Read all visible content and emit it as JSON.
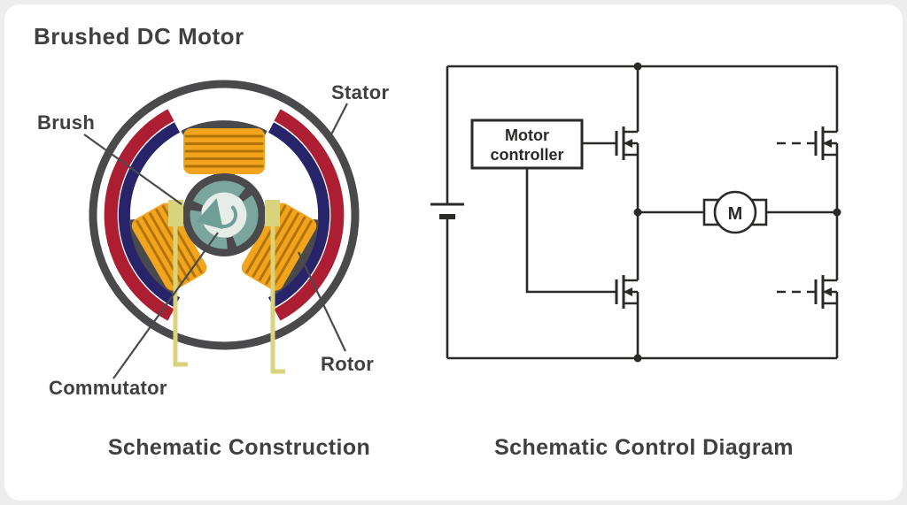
{
  "title": "Brushed DC Motor",
  "construction": {
    "caption": "Schematic Construction",
    "labels": {
      "brush": "Brush",
      "stator": "Stator",
      "rotor": "Rotor",
      "commutator": "Commutator"
    }
  },
  "control": {
    "caption": "Schematic Control Diagram",
    "controller_lines": [
      "Motor",
      "controller"
    ],
    "motor_symbol": "M"
  },
  "colors": {
    "outline_gray": "#4a4a4c",
    "stator_red": "#ae1e32",
    "stator_blue": "#28246a",
    "coil_orange": "#f2a51c",
    "coil_stripe": "#a86c08",
    "commutator_teal": "#7aa69e",
    "commutator_inner": "#e6ece8",
    "brush_yellow": "#d9d37e",
    "circuit_black": "#2b2a28",
    "text_color": "#403f41",
    "card_background": "#ffffff"
  }
}
